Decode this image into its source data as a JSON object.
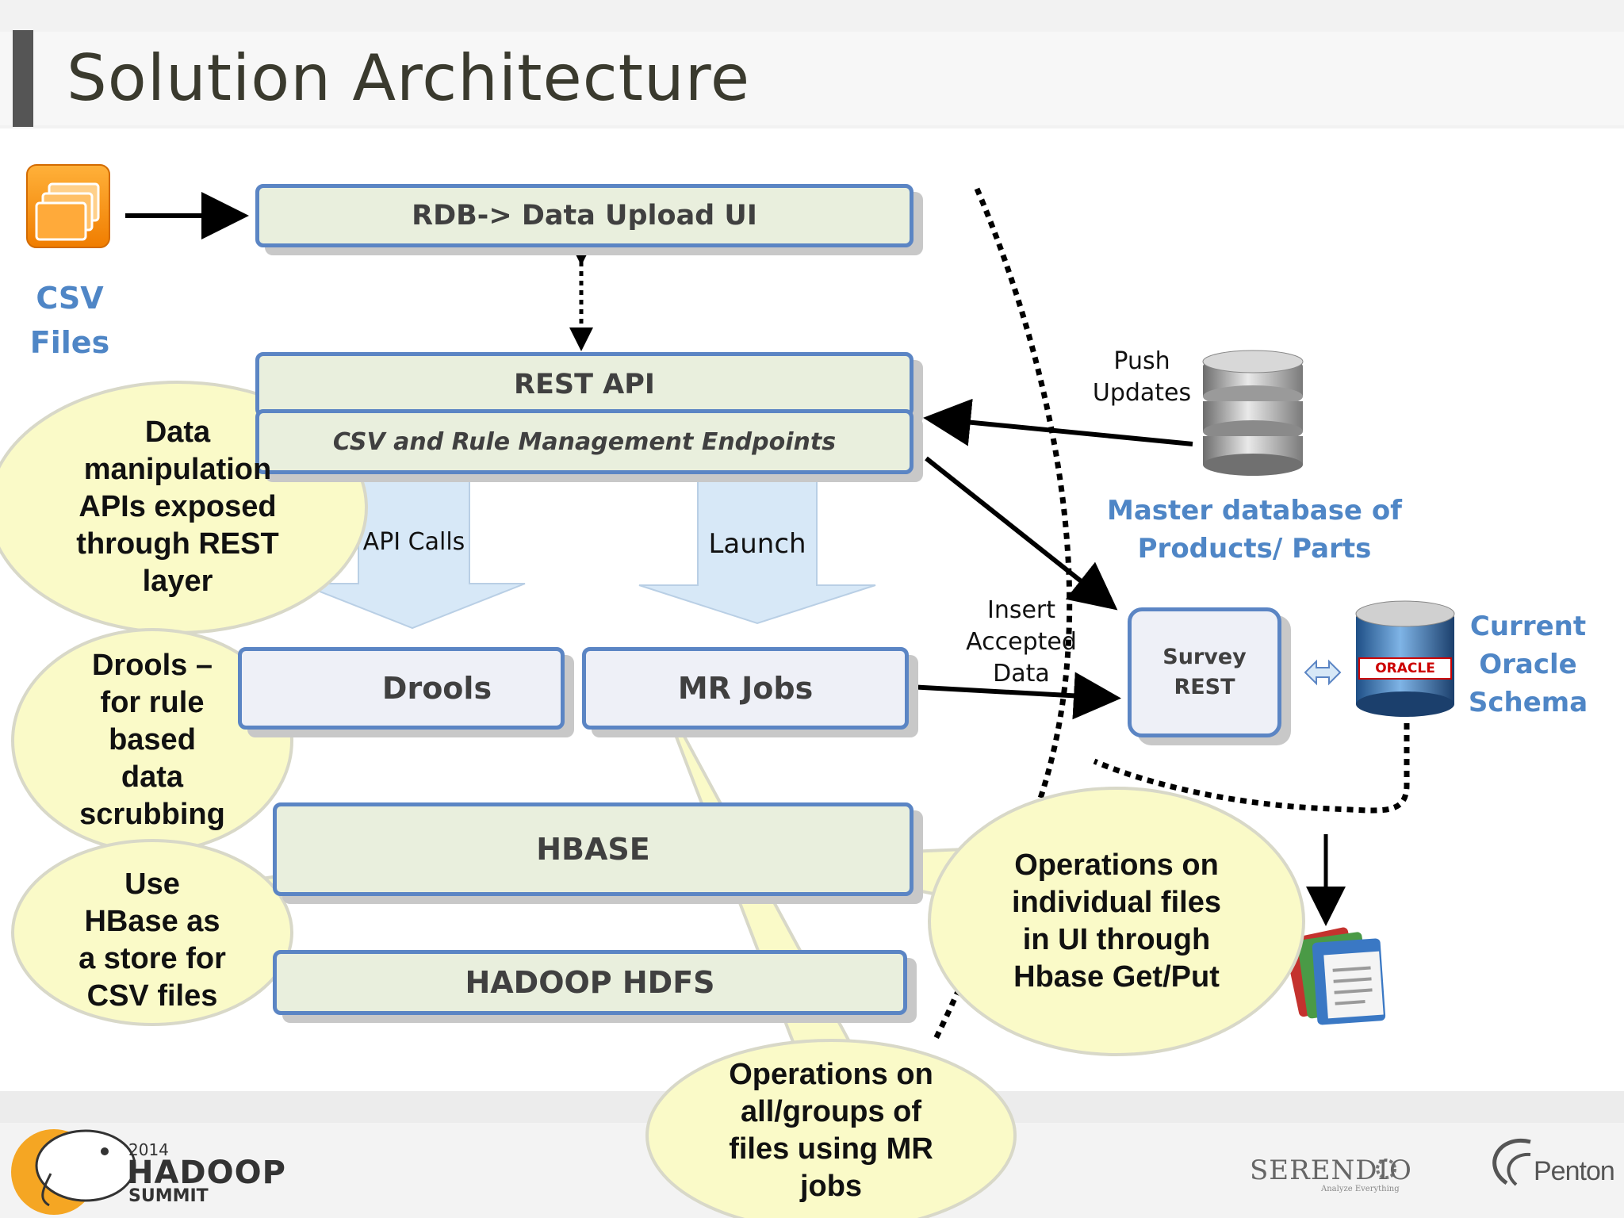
{
  "slide": {
    "title": "Solution Architecture"
  },
  "inputs": {
    "csv_files_label_1": "CSV",
    "csv_files_label_2": "Files"
  },
  "boxes": {
    "upload_ui": "RDB-> Data Upload UI",
    "rest_api": "REST API",
    "endpoints": "CSV and Rule Management Endpoints",
    "drools": "Drools",
    "mr_jobs": "MR Jobs",
    "hbase": "HBASE",
    "hdfs": "HADOOP HDFS",
    "survey_rest_1": "Survey",
    "survey_rest_2": "REST"
  },
  "arrows": {
    "api_calls": "API Calls",
    "launch": "Launch",
    "push_updates_1": "Push",
    "push_updates_2": "Updates",
    "insert_1": "Insert",
    "insert_2": "Accepted",
    "insert_3": "Data"
  },
  "databases": {
    "master_1": "Master database of",
    "master_2": "Products/ Parts",
    "oracle_badge": "ORACLE",
    "current_1": "Current",
    "current_2": "Oracle",
    "current_3": "Schema"
  },
  "callouts": {
    "rest_layer": [
      "Data",
      "manipulation",
      "APIs exposed",
      "through REST",
      "layer"
    ],
    "drools": [
      "Drools –",
      "for rule",
      "based",
      "data",
      "scrubbing"
    ],
    "hbase_store": [
      "Use",
      "HBase as",
      "a store for",
      "CSV files"
    ],
    "hbase_ops": [
      "Operations on",
      "individual files",
      "in UI through",
      "Hbase Get/Put"
    ],
    "mr_ops": [
      "Operations on",
      "all/groups of",
      "files using MR",
      "jobs"
    ]
  },
  "footer": {
    "year": "2014",
    "hadoop": "HADOOP",
    "summit": "SUMMIT",
    "serendio": "SERENDIO",
    "serendio_tag": "Analyze Everything",
    "penton": "Penton"
  },
  "colors": {
    "box_border": "#5b85c4",
    "box_fill": "#e9efdd",
    "blue_text": "#4f86c6",
    "callout_fill": "#fafac8",
    "arrow_fill": "#d7e8f7"
  }
}
